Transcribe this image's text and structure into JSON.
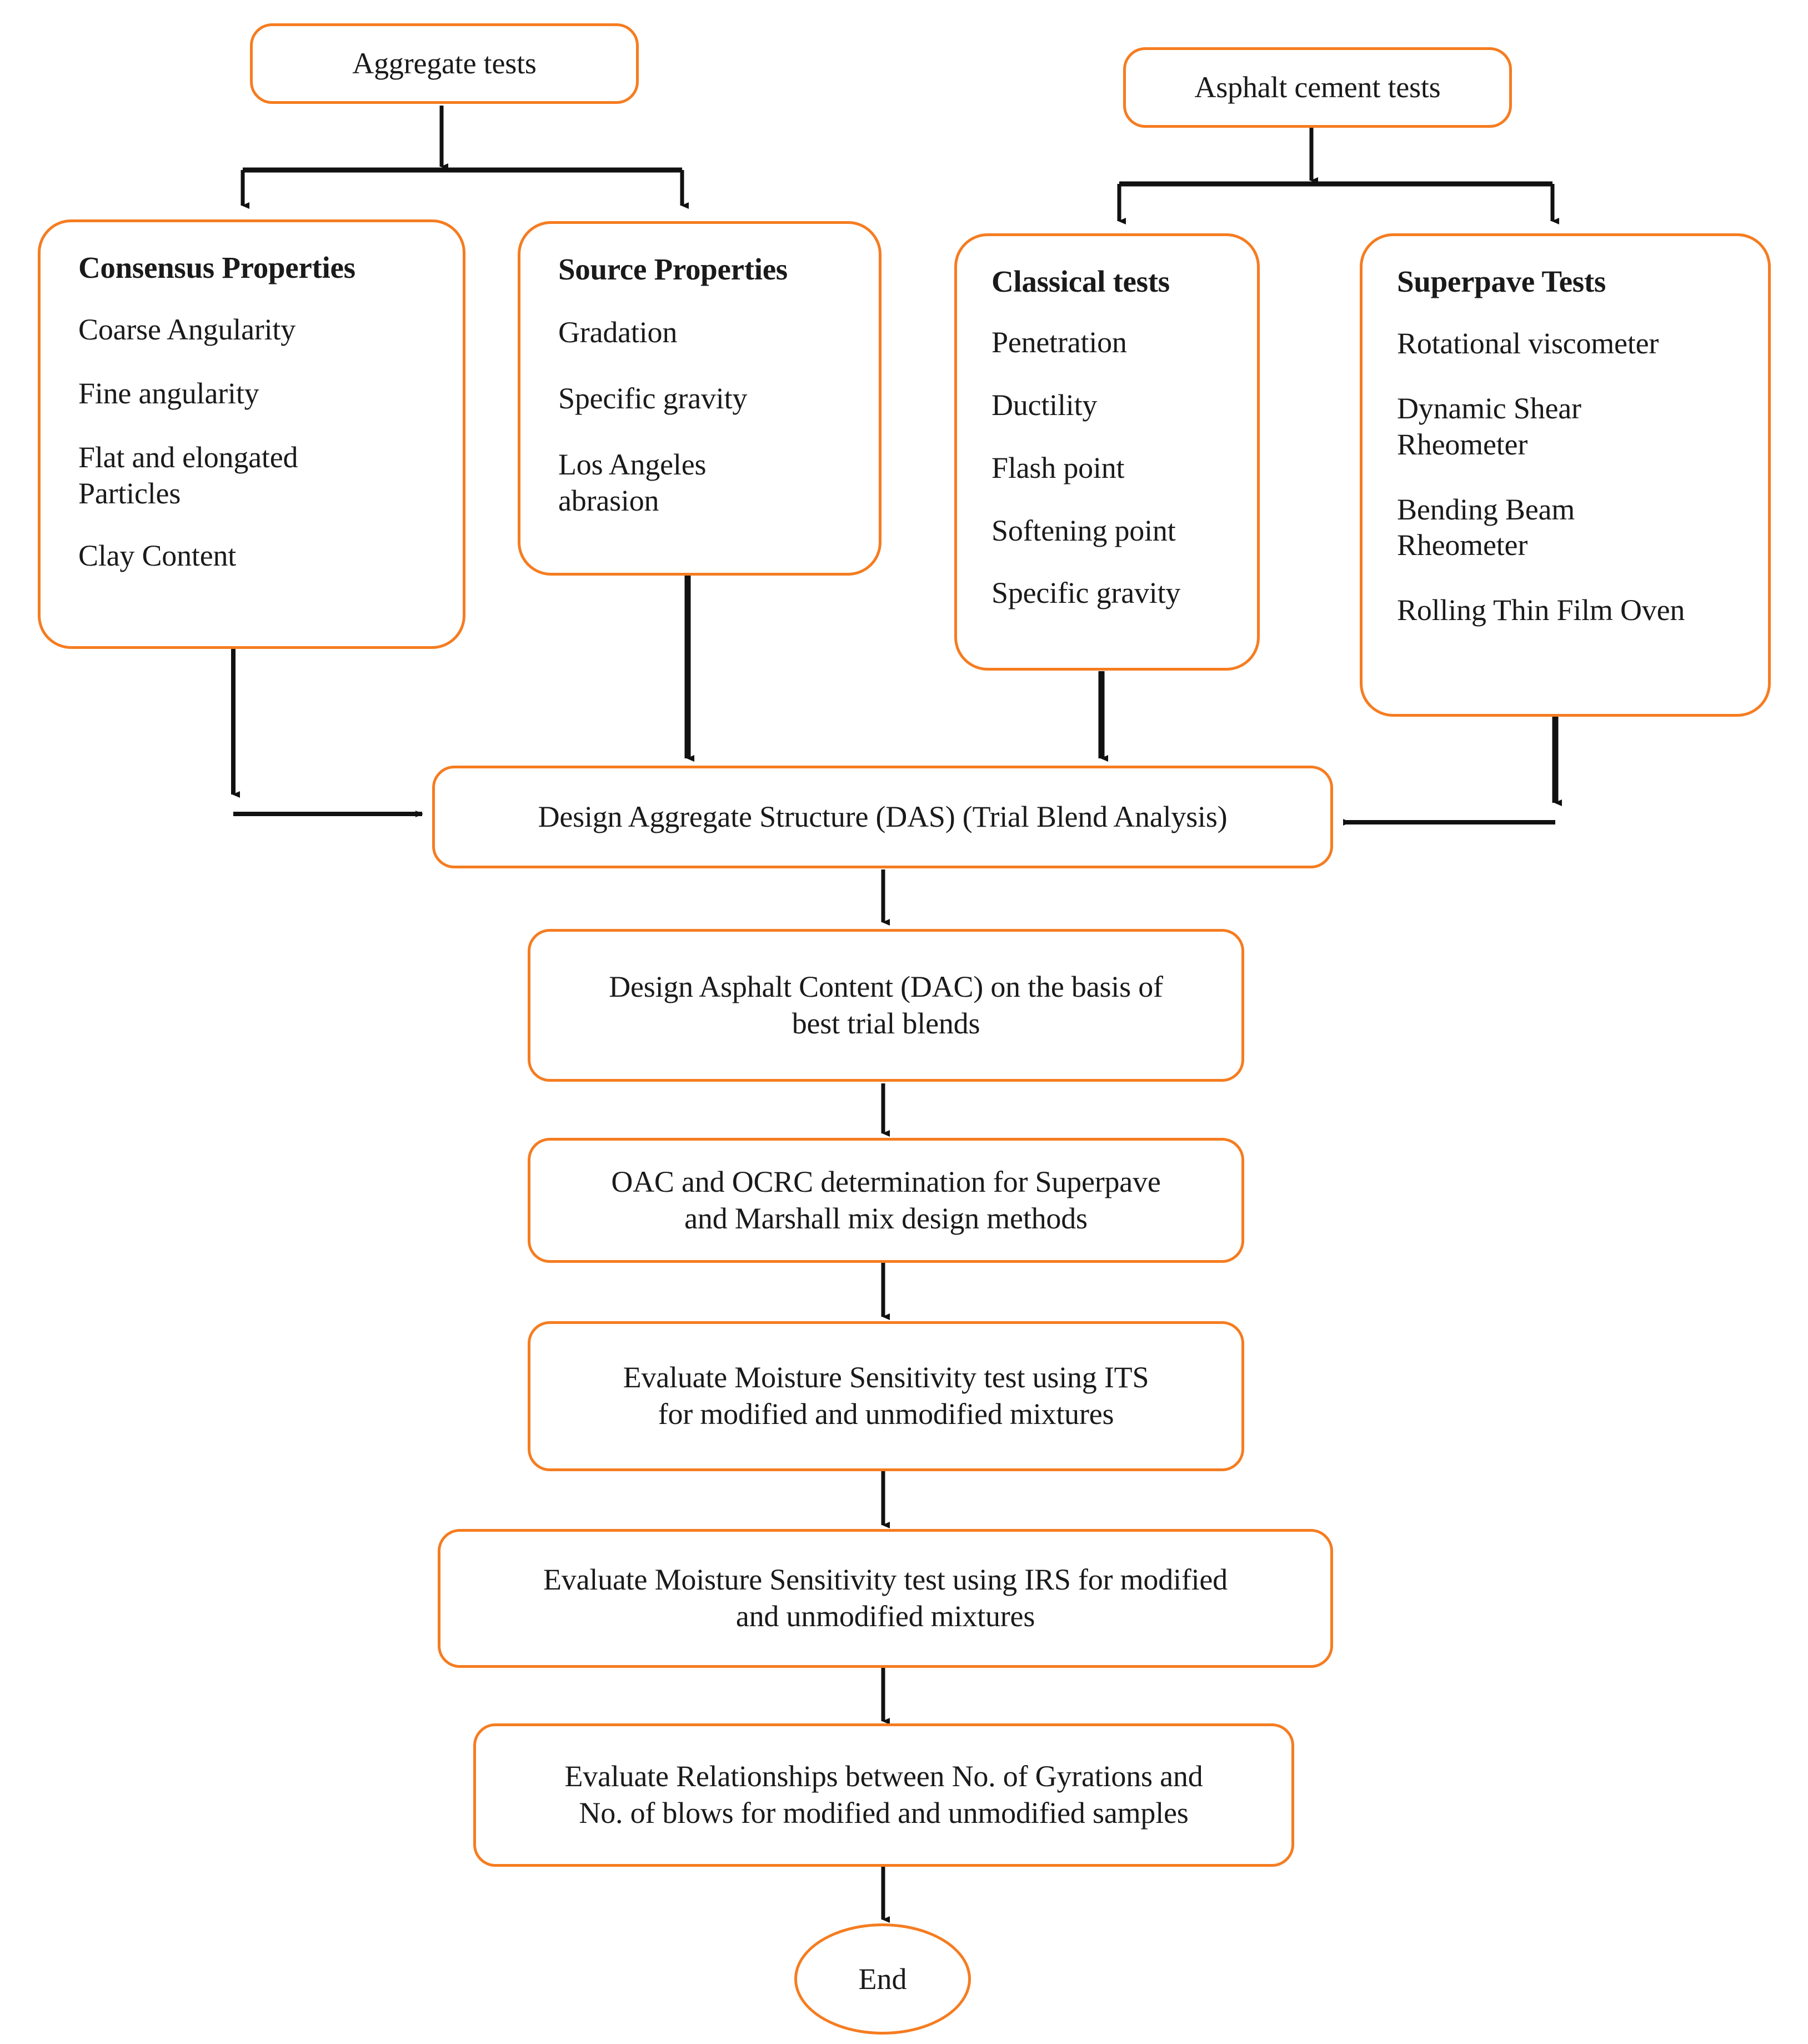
{
  "diagram": {
    "title": "Asphalt mix design experimental flowchart",
    "accent_color": "#F57C20",
    "edge_color": "#111111",
    "background": "#FFFFFF"
  },
  "nodes": {
    "aggregate_tests": {
      "label": "Aggregate tests"
    },
    "asphalt_cement_tests": {
      "label": "Asphalt cement tests"
    },
    "consensus_properties": {
      "title": "Consensus Properties",
      "items": [
        "Coarse Angularity",
        "Fine angularity",
        "Flat and elongated Particles",
        "Clay Content"
      ]
    },
    "source_properties": {
      "title": "Source Properties",
      "items": [
        "Gradation",
        "Specific gravity",
        "Los Angeles abrasion"
      ]
    },
    "classical_tests": {
      "title": "Classical tests",
      "items": [
        "Penetration",
        "Ductility",
        "Flash point",
        "Softening point",
        "Specific gravity"
      ]
    },
    "superpave_tests": {
      "title": "Superpave Tests",
      "items": [
        "Rotational viscometer",
        "Dynamic Shear Rheometer",
        "Bending Beam Rheometer",
        "Rolling Thin Film Oven"
      ]
    },
    "das": {
      "label": "Design Aggregate Structure (DAS) (Trial Blend Analysis)"
    },
    "dac": {
      "line1": "Design Asphalt Content (DAC) on the basis of",
      "line2": "best trial blends"
    },
    "oac_ocrc": {
      "line1": "OAC and OCRC determination for Superpave",
      "line2": "and Marshall mix design methods"
    },
    "its": {
      "line1": "Evaluate Moisture Sensitivity test using ITS",
      "line2": "for modified and unmodified mixtures"
    },
    "irs": {
      "line1": "Evaluate Moisture Sensitivity test using IRS for modified",
      "line2": "and unmodified mixtures"
    },
    "gyrations": {
      "line1": "Evaluate Relationships between No. of Gyrations and",
      "line2": "No. of blows for modified and unmodified samples"
    },
    "end": {
      "label": "End"
    }
  }
}
